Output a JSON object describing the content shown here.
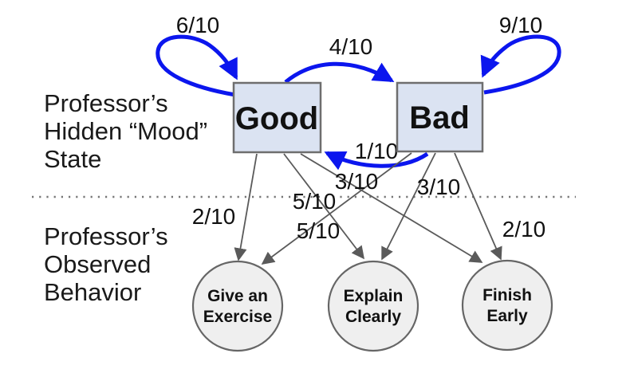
{
  "captions": {
    "hidden_state": {
      "line1": "Professor’s",
      "line2": "Hidden “Mood”",
      "line3": "State"
    },
    "observed_behavior": {
      "line1": "Professor’s",
      "line2": "Observed",
      "line3": "Behavior"
    }
  },
  "states": {
    "good": {
      "label": "Good"
    },
    "bad": {
      "label": "Bad"
    }
  },
  "observations": {
    "give_exercise": {
      "line1": "Give an",
      "line2": "Exercise"
    },
    "explain_clearly": {
      "line1": "Explain",
      "line2": "Clearly"
    },
    "finish_early": {
      "line1": "Finish",
      "line2": "Early"
    }
  },
  "transitions": {
    "good_good": {
      "from": "Good",
      "to": "Good",
      "label": "6/10"
    },
    "good_bad": {
      "from": "Good",
      "to": "Bad",
      "label": "4/10"
    },
    "bad_bad": {
      "from": "Bad",
      "to": "Bad",
      "label": "9/10"
    },
    "bad_good": {
      "from": "Bad",
      "to": "Good",
      "label": "1/10"
    }
  },
  "emissions": {
    "good_give": {
      "from": "Good",
      "to": "Give an Exercise",
      "label": "2/10"
    },
    "good_explain": {
      "from": "Good",
      "to": "Explain Clearly",
      "label": "5/10"
    },
    "good_finish": {
      "from": "Good",
      "to": "Finish Early",
      "label": "3/10"
    },
    "bad_give": {
      "from": "Bad",
      "to": "Give an Exercise",
      "label": "5/10"
    },
    "bad_explain": {
      "from": "Bad",
      "to": "Explain Clearly",
      "label": "3/10"
    },
    "bad_finish": {
      "from": "Bad",
      "to": "Finish Early",
      "label": "2/10"
    }
  },
  "colors": {
    "transition_arrow": "#0b16ee",
    "emission_arrow": "#5a5a5a",
    "state_fill": "#dbe3f2",
    "state_border": "#6e6e6e",
    "observation_fill": "#efefef",
    "observation_border": "#666666",
    "divider": "#767676",
    "text": "#111111"
  }
}
